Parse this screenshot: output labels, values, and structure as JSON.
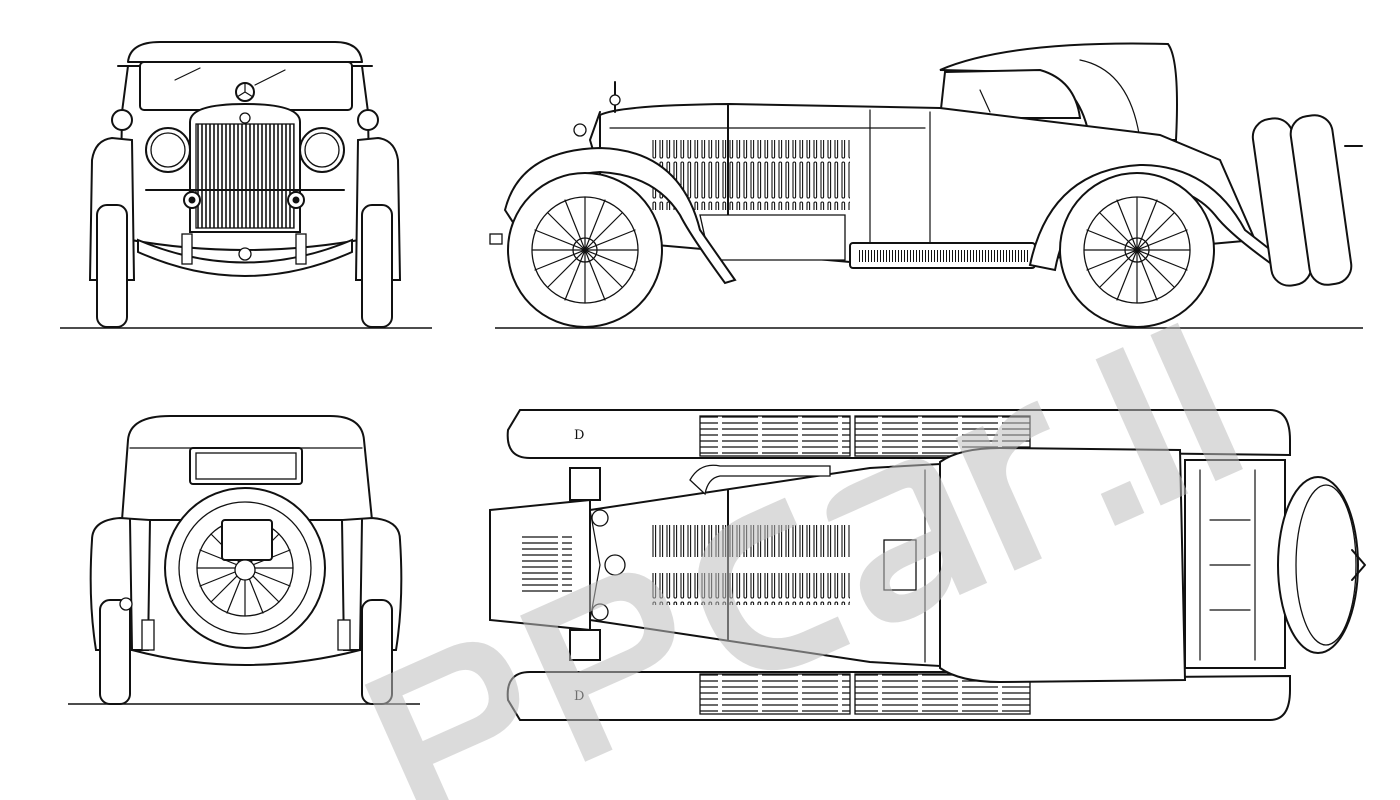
{
  "blueprint": {
    "views": [
      "front",
      "side",
      "rear",
      "top"
    ],
    "top_view_markers": {
      "upper_fender": "D",
      "lower_fender": "D"
    }
  },
  "watermark": {
    "color": "#bdbdbd"
  },
  "colors": {
    "ink": "#111111",
    "paper": "#ffffff"
  }
}
